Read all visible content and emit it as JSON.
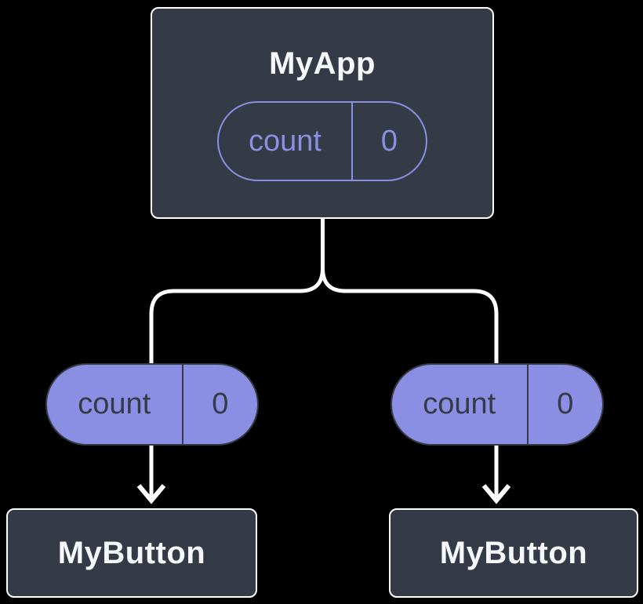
{
  "colors": {
    "background": "#000000",
    "node_fill": "#343a46",
    "node_border": "#ffffff",
    "accent_purple": "#8a8fe3",
    "connector_line": "#ffffff",
    "title_text": "#f6f7f9"
  },
  "tree": {
    "root": {
      "title": "MyApp",
      "state": {
        "name": "count",
        "value": "0"
      }
    },
    "children": [
      {
        "title": "MyButton",
        "prop": {
          "name": "count",
          "value": "0"
        }
      },
      {
        "title": "MyButton",
        "prop": {
          "name": "count",
          "value": "0"
        }
      }
    ]
  }
}
